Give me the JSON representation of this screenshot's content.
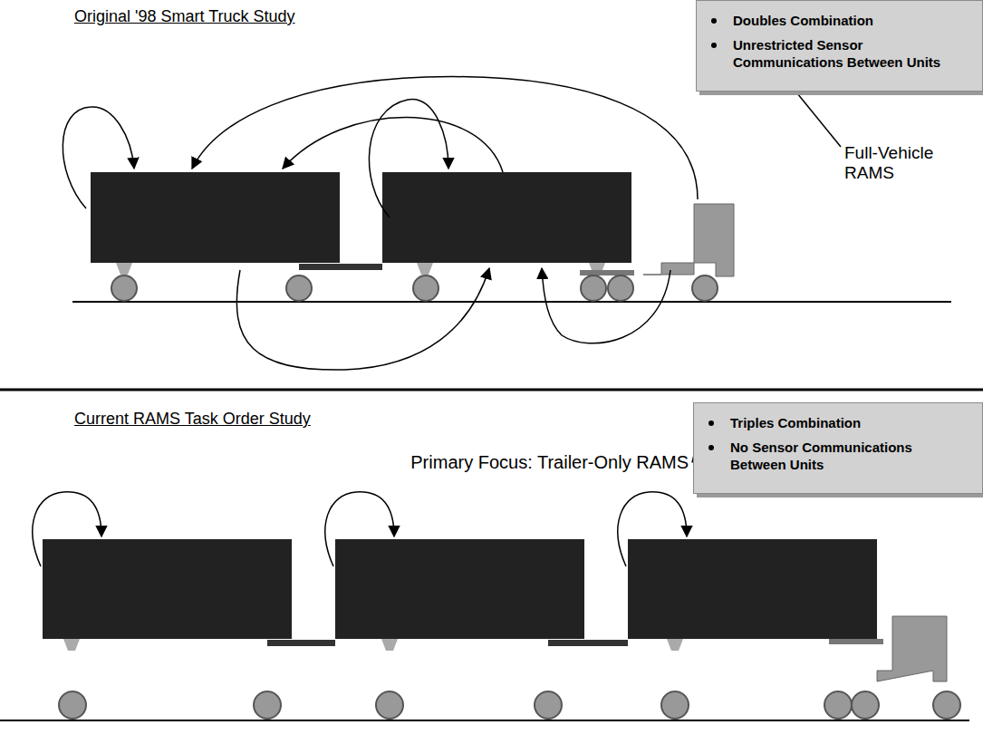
{
  "diagram": {
    "nodes": [
      {
        "text": [
          "Doubles Combination",
          "Unrestricted Sensor Communications Between Units"
        ]
      },
      {
        "text": [
          "Triples Combination",
          "No Sensor Communications Between Units"
        ]
      }
    ],
    "labels": [
      "Original '98 Smart Truck Study",
      "Full-Vehicle RAMS",
      "Current RAMS Task Order Study",
      "Primary Focus: Trailer-Only RAMS"
    ]
  }
}
